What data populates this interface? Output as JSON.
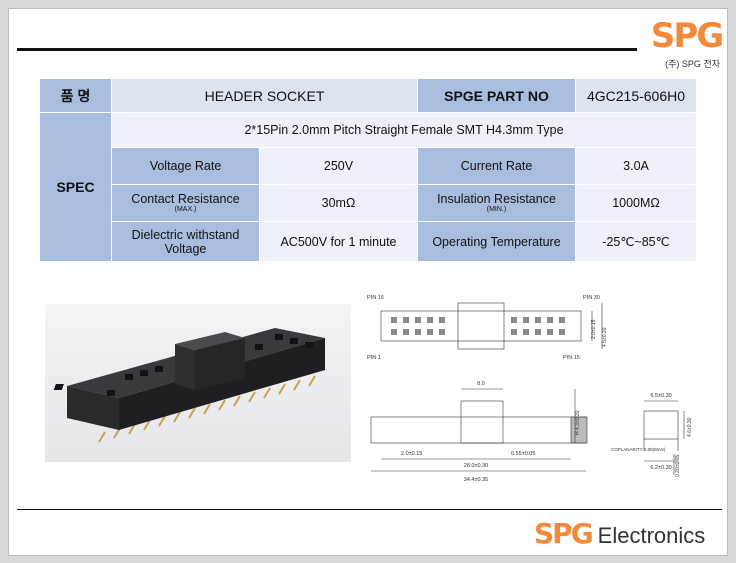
{
  "brand": {
    "logo_mark": "SPG",
    "logo_sub": "(주) SPG 전자",
    "bottom_word": "Electronics",
    "accent_color": "#f2893b"
  },
  "header": {
    "name_label": "품 명",
    "product_name": "HEADER SOCKET",
    "part_no_label": "SPGE PART NO",
    "part_no": "4GC215-606H0"
  },
  "spec": {
    "label": "SPEC",
    "description": "2*15Pin 2.0mm Pitch Straight Female SMT H4.3mm Type",
    "rows": [
      {
        "l1": "Voltage Rate",
        "l1_sub": "",
        "v1": "250V",
        "l2": "Current Rate",
        "l2_sub": "",
        "v2": "3.0A"
      },
      {
        "l1": "Contact Resistance",
        "l1_sub": "(MAX.)",
        "v1": "30mΩ",
        "l2": "Insulation Resistance",
        "l2_sub": "(MIN.)",
        "v2": "1000MΩ"
      },
      {
        "l1": "Dielectric withstand Voltage",
        "l1_sub": "",
        "v1": "AC500V for 1 minute",
        "l2": "Operating Temperature",
        "l2_sub": "",
        "v2": "-25℃~85℃"
      }
    ]
  },
  "drawing": {
    "pin16": "PIN 16",
    "pin30": "PIN 30",
    "pin1": "PIN 1",
    "pin15": "PIN 15",
    "dim_side1": "2.0±0.15",
    "dim_side2": "4.5±0.20",
    "dim_top": "8.0",
    "dim_h": "H 4.3±0.20",
    "dim_pitch": "2.0±0.15",
    "dim_lead": "0.55±0.05",
    "dim_28": "28.0±0.30",
    "dim_34": "34.4±0.35",
    "dim_end_top": "6.5±0.30",
    "dim_end_h": "4.6±0.30",
    "dim_end_bottom": "6.2±0.30",
    "dim_end_gap": "0.20±0.05",
    "dim_coplanar": "COPLANARITY 0.08(MAX)"
  }
}
